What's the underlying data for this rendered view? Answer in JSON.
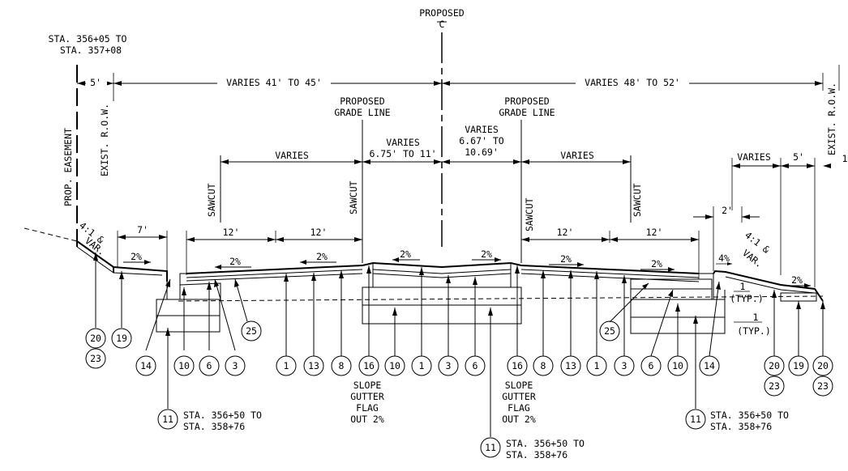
{
  "labels": {
    "proposed_top": "PROPOSED",
    "centerline": "C",
    "sta_left_1": "STA. 356+05 TO",
    "sta_left_2": "STA. 357+08",
    "dim_5ft_left": "5'",
    "varies_41_45": "VARIES 41' TO 45'",
    "varies_48_52": "VARIES 48' TO 52'",
    "prop_easement": "PROP. EASEMENT",
    "exist_row_left": "EXIST. R.O.W.",
    "exist_row_right": "EXIST. R.O.W.",
    "proposed_grade_left_1": "PROPOSED",
    "proposed_grade_left_2": "GRADE LINE",
    "proposed_grade_right_1": "PROPOSED",
    "proposed_grade_right_2": "GRADE LINE",
    "varies_mid_left_1": "VARIES",
    "varies_mid_left_2": "6.75' TO 11'",
    "varies_mid_right_1": "VARIES",
    "varies_mid_right_2": "6.67' TO",
    "varies_mid_right_3": "10.69'",
    "varies_left": "VARIES",
    "varies_right": "VARIES",
    "varies_far_right": "VARIES",
    "dim_5ft_right": "5'",
    "dim_1_cut": "1",
    "sawcut_1": "SAWCUT",
    "sawcut_2": "SAWCUT",
    "sawcut_3": "SAWCUT",
    "sawcut_4": "SAWCUT",
    "slope_41_left": "4:1 &",
    "var_left": "VAR.",
    "slope_41_right": "4:1 &",
    "var_right": "VAR.",
    "dim_7ft": "7'",
    "dim_12_a": "12'",
    "dim_12_b": "12'",
    "dim_12_c": "12'",
    "dim_12_d": "12'",
    "dim_2ft": "2'",
    "pct_1": "2%",
    "pct_2": "2%",
    "pct_3": "2%",
    "pct_4": "2%",
    "pct_5": "2%",
    "pct_6": "2%",
    "pct_7": "2%",
    "pct_8": "2%",
    "pct_4pct": "4%",
    "typ_1": "(TYP.)",
    "typ_2": "(TYP.)",
    "typ_num_1": "1",
    "typ_num_2": "1",
    "slope_gutter_left": [
      "SLOPE",
      "GUTTER",
      "FLAG",
      "OUT 2%"
    ],
    "slope_gutter_right": [
      "SLOPE",
      "GUTTER",
      "FLAG",
      "OUT 2%"
    ],
    "sta_b_left_1": "STA. 356+50 TO",
    "sta_b_left_2": "STA. 358+76",
    "sta_b_mid_1": "STA. 356+50 TO",
    "sta_b_mid_2": "STA. 358+76",
    "sta_b_right_1": "STA. 356+50 TO",
    "sta_b_right_2": "STA. 358+76"
  },
  "callouts": {
    "c20a": "20",
    "c23a": "23",
    "c19a": "19",
    "c25a": "25",
    "c14a": "14",
    "c10a": "10",
    "c6a": "6",
    "c3a": "3",
    "c11a": "11",
    "c1a": "1",
    "c13a": "13",
    "c8a": "8",
    "c16a": "16",
    "c10b": "10",
    "c1b": "1",
    "c3b": "3",
    "c6b": "6",
    "c11b": "11",
    "c16b": "16",
    "c8b": "8",
    "c13b": "13",
    "c1c": "1",
    "c3c": "3",
    "c6c": "6",
    "c10c": "10",
    "c14b": "14",
    "c25b": "25",
    "c11c": "11",
    "c20b": "20",
    "c23b": "23",
    "c19b": "19",
    "c20c": "20",
    "c23c": "23"
  }
}
